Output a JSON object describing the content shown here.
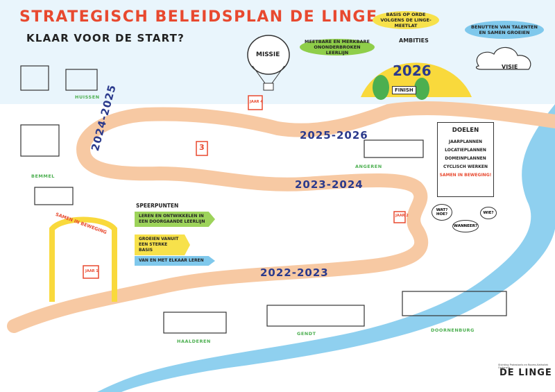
{
  "header": {
    "title": "STRATEGISCH BELEIDSPLAN DE LINGE",
    "subtitle": "KLAAR VOOR DE START?"
  },
  "top_items": {
    "missie": "MISSIE",
    "ambities": "AMBITIES",
    "visie": "VISIE",
    "year_goal": "2026",
    "finish": "FINISH",
    "meetbare": "MEETBARE EN MERKBARE ONONDERBROKEN LEERLIJN",
    "basis": "BASIS OP ORDE VOLGENS DE LINGE-MEETLAT",
    "talenten": "BENUTTEN VAN TALENTEN EN SAMEN GROEIEN"
  },
  "places": {
    "huissen": "HUISSEN",
    "bemmel": "BEMMEL",
    "angeren": "ANGEREN",
    "haalderen": "HAALDEREN",
    "gendt": "GENDT",
    "doornenburg": "DOORNENBURG"
  },
  "years": {
    "y2022": "2022-2023",
    "y2023": "2023-2024",
    "y2024": "2024-2025",
    "y2025": "2025-2026"
  },
  "doelen": {
    "title": "DOELEN",
    "items": [
      "JAARPLANNEN",
      "LOCATIEPLANNEN",
      "DOMEINPLANNEN",
      "CYCLISCH WERKEN"
    ],
    "highlight": "SAMEN IN BEWEGING!"
  },
  "speerpunten": {
    "title": "SPEERPUNTEN",
    "items": [
      "LEREN EN ONTWIKKELEN IN EEN DOORGAANDE LEERLIJN",
      "GROEIEN VANUIT EEN STERKE BASIS",
      "VAN EN MET ELKAAR LEREN"
    ]
  },
  "start_gate": "SAMEN IN BEWEGING",
  "flags": {
    "jaar1": "JAAR 1",
    "jaar2": "JAAR 2",
    "jaar3": "3",
    "jaar4": "JAAR 4"
  },
  "bubbles": {
    "wat_hoe": "WAT? HOE?",
    "wanneer": "WANNEER?",
    "wie": "WIE?"
  },
  "logo": {
    "name": "DE LINGE",
    "sub": "Stichting Protestants en Rooms-Katholiek Onderwijs"
  },
  "colors": {
    "title": "#e8492f",
    "road": "#f7c9a3",
    "years": "#2b3a8c",
    "river": "#6fc3ea",
    "sun": "#f9d93c",
    "places": "#4caf50"
  }
}
